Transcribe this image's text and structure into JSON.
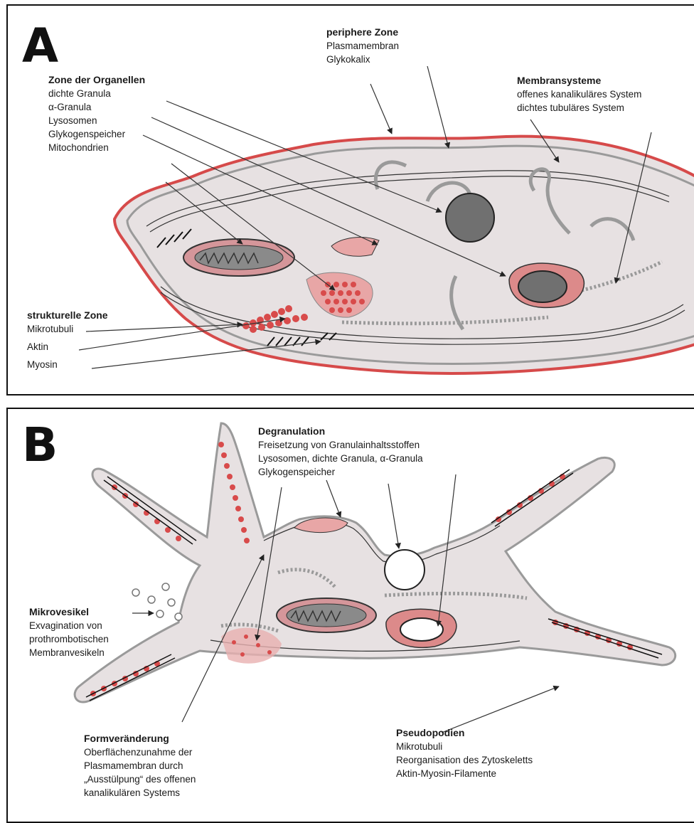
{
  "colors": {
    "cell_fill": "#e7e1e2",
    "cell_edge": "#9a9a9a",
    "outline_a": "#d64a4a",
    "mito_fill": "#d5969a",
    "granule_fill": "#dc8a8a",
    "granule_red": "#d84b4b",
    "dense_granule": "#707070"
  },
  "panel_a": {
    "letter": "A",
    "periphere_zone": {
      "title": "periphere Zone",
      "lines": [
        "Plasmamembran",
        "Glykokalix"
      ]
    },
    "zone_organellen": {
      "title": "Zone der Organellen",
      "lines": [
        "dichte Granula",
        "α-Granula",
        "Lysosomen",
        "Glykogenspeicher",
        "Mitochondrien"
      ]
    },
    "membransysteme": {
      "title": "Membransysteme",
      "lines": [
        "offenes kanalikuläres System",
        "dichtes tubuläres System"
      ]
    },
    "strukturelle_zone": {
      "title": "strukturelle Zone",
      "lines": [
        "Mikrotubuli",
        "Aktin",
        "Myosin"
      ]
    }
  },
  "panel_b": {
    "letter": "B",
    "degranulation": {
      "title": "Degranulation",
      "lines": [
        "Freisetzung von Granulainhaltsstoffen",
        "Lysosomen, dichte Granula, α-Granula",
        "Glykogenspeicher"
      ]
    },
    "mikrovesikel": {
      "title": "Mikrovesikel",
      "lines": [
        "Exvagination von",
        "prothrombotischen",
        "Membranvesikeln"
      ]
    },
    "formveraenderung": {
      "title": "Formveränderung",
      "lines": [
        "Oberflächenzunahme der",
        "Plasmamembran durch",
        "„Ausstülpung“ des offenen",
        "kanalikulären Systems"
      ]
    },
    "pseudopodien": {
      "title": "Pseudopodien",
      "lines": [
        "Mikrotubuli",
        "Reorganisation des Zytoskeletts",
        "Aktin-Myosin-Filamente"
      ]
    }
  }
}
